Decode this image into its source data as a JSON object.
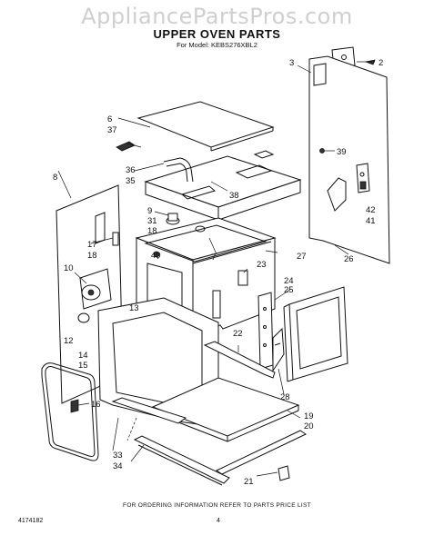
{
  "header": {
    "watermark": "AppliancePartsPros.com",
    "title": "UPPER OVEN PARTS",
    "subtitle": "For Model: KEBS276XBL2"
  },
  "callouts": [
    "2",
    "3",
    "6",
    "37",
    "39",
    "36",
    "35",
    "38",
    "8",
    "9",
    "31",
    "18",
    "17",
    "18",
    "7",
    "27",
    "42",
    "41",
    "40",
    "23",
    "26",
    "10",
    "24",
    "25",
    "13",
    "22",
    "12",
    "14",
    "15",
    "16",
    "28",
    "19",
    "20",
    "33",
    "34",
    "21"
  ],
  "footer": {
    "ordering_note": "FOR ORDERING INFORMATION REFER TO PARTS PRICE LIST",
    "doc_number": "4174182",
    "page_number": "4"
  }
}
